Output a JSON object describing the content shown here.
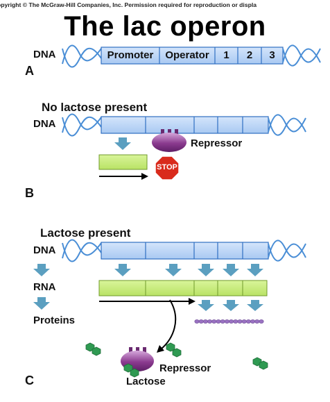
{
  "copyright": "opyright © The McGraw-Hill Companies, Inc. Permission required for reproduction or displa",
  "title": "The lac operon",
  "panel_a": {
    "letter": "A",
    "dna_label": "DNA",
    "segments": [
      "Promoter",
      "Operator",
      "1",
      "2",
      "3"
    ]
  },
  "panel_b": {
    "letter": "B",
    "heading": "No lactose present",
    "dna_label": "DNA",
    "repressor_label": "Repressor",
    "stop_label": "STOP"
  },
  "panel_c": {
    "letter": "C",
    "heading": "Lactose present",
    "dna_label": "DNA",
    "rna_label": "RNA",
    "proteins_label": "Proteins",
    "repressor_label": "Repressor",
    "lactose_label": "Lactose"
  },
  "colors": {
    "dna_box": "#bcd6f8",
    "dna_border": "#2f6fc2",
    "helix": "#4a8ed6",
    "rna_box": "#c8ec78",
    "rna_border": "#6f9a2a",
    "arrow": "#5b9fc0",
    "repressor": "#8b3a8f",
    "repressor_light": "#c99ad0",
    "stop": "#d92b1c",
    "lactose": "#2f9a52",
    "protein_chain": "#9a72c2"
  }
}
